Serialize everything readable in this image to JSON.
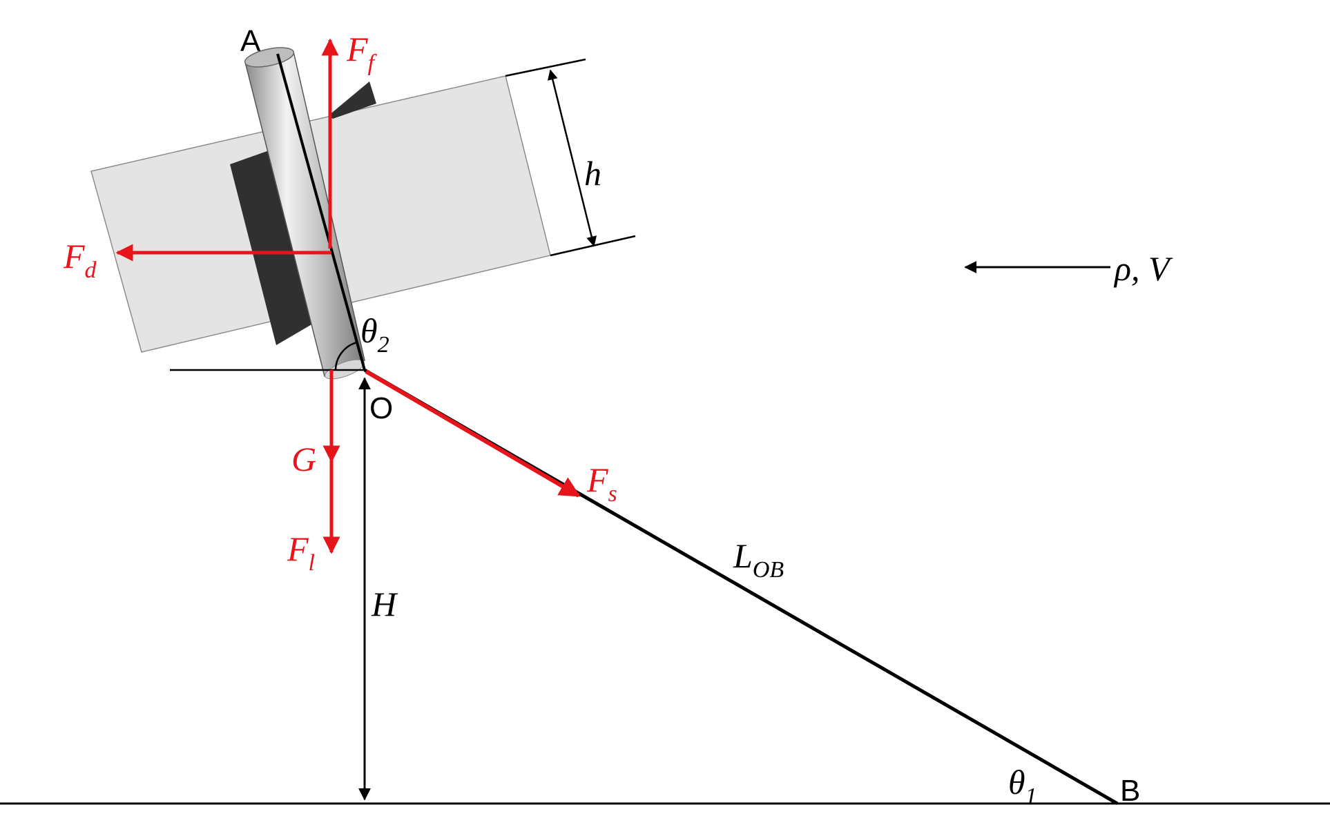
{
  "points": {
    "A": "A",
    "O": "O",
    "B": "B"
  },
  "forces": {
    "friction": {
      "symbol": "F",
      "sub": "f"
    },
    "drag": {
      "symbol": "F",
      "sub": "d"
    },
    "gravity": {
      "symbol": "G"
    },
    "lift": {
      "symbol": "F",
      "sub": "l"
    },
    "tether": {
      "symbol": "F",
      "sub": "s"
    }
  },
  "dimensions": {
    "thickness": "h",
    "height": "H",
    "tether_length": {
      "symbol": "L",
      "sub": "OB"
    }
  },
  "angles": {
    "theta1": {
      "symbol": "θ",
      "sub": "1"
    },
    "theta2": {
      "symbol": "θ",
      "sub": "2"
    }
  },
  "flow": {
    "label": "ρ, V"
  },
  "colors": {
    "force": "#e8141c",
    "line": "#000000",
    "wing_face": "#e4e4e4",
    "wing_shadow": "#303030"
  }
}
